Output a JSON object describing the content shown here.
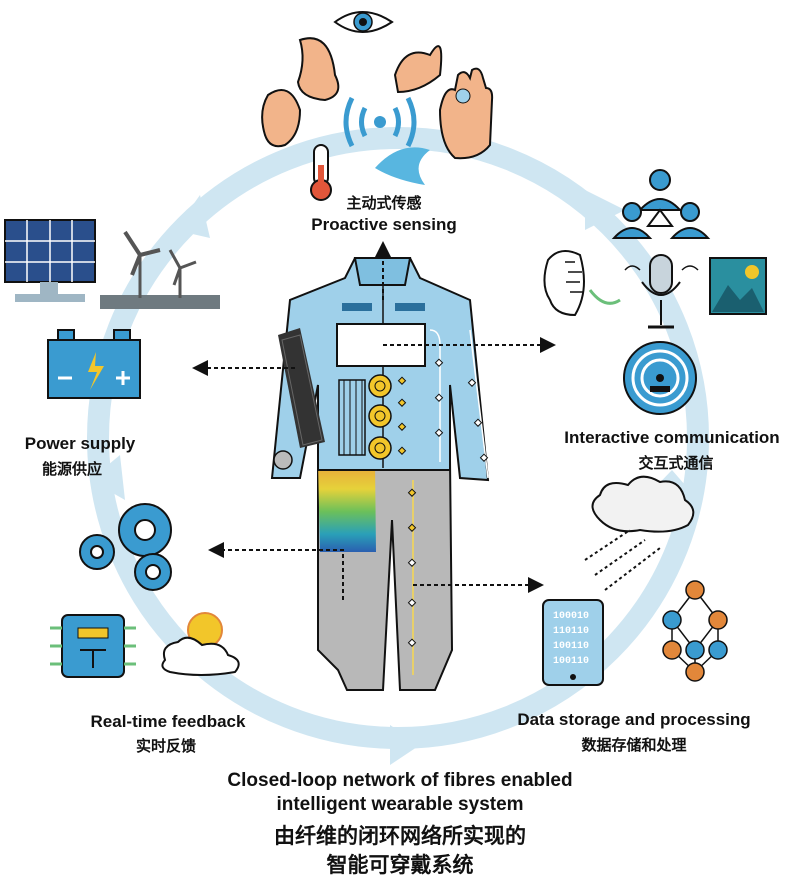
{
  "nodes": {
    "sensing": {
      "cn": "主动式传感",
      "en": "Proactive sensing"
    },
    "communication": {
      "en": "Interactive communication",
      "cn": "交互式通信"
    },
    "storage": {
      "en": "Data storage and processing",
      "cn": "数据存储和处理"
    },
    "feedback": {
      "en": "Real-time feedback",
      "cn": "实时反馈"
    },
    "power": {
      "en": "Power supply",
      "cn": "能源供应"
    }
  },
  "binary_lines": [
    "100010",
    "110110",
    "100110",
    "100110"
  ],
  "caption": {
    "en_line1": "Closed-loop network of fibres enabled",
    "en_line2": "intelligent wearable system",
    "cn_line1": "由纤维的闭环网络所实现的",
    "cn_line2": "智能可穿戴系统"
  },
  "colors": {
    "ring": "#cfe6f2",
    "garment": "#9fd0ea",
    "garment_dark": "#2a6f9c",
    "pants": "#b8b8b8",
    "accent_yellow": "#f2c62a",
    "icon_blue": "#3a9bd0"
  }
}
